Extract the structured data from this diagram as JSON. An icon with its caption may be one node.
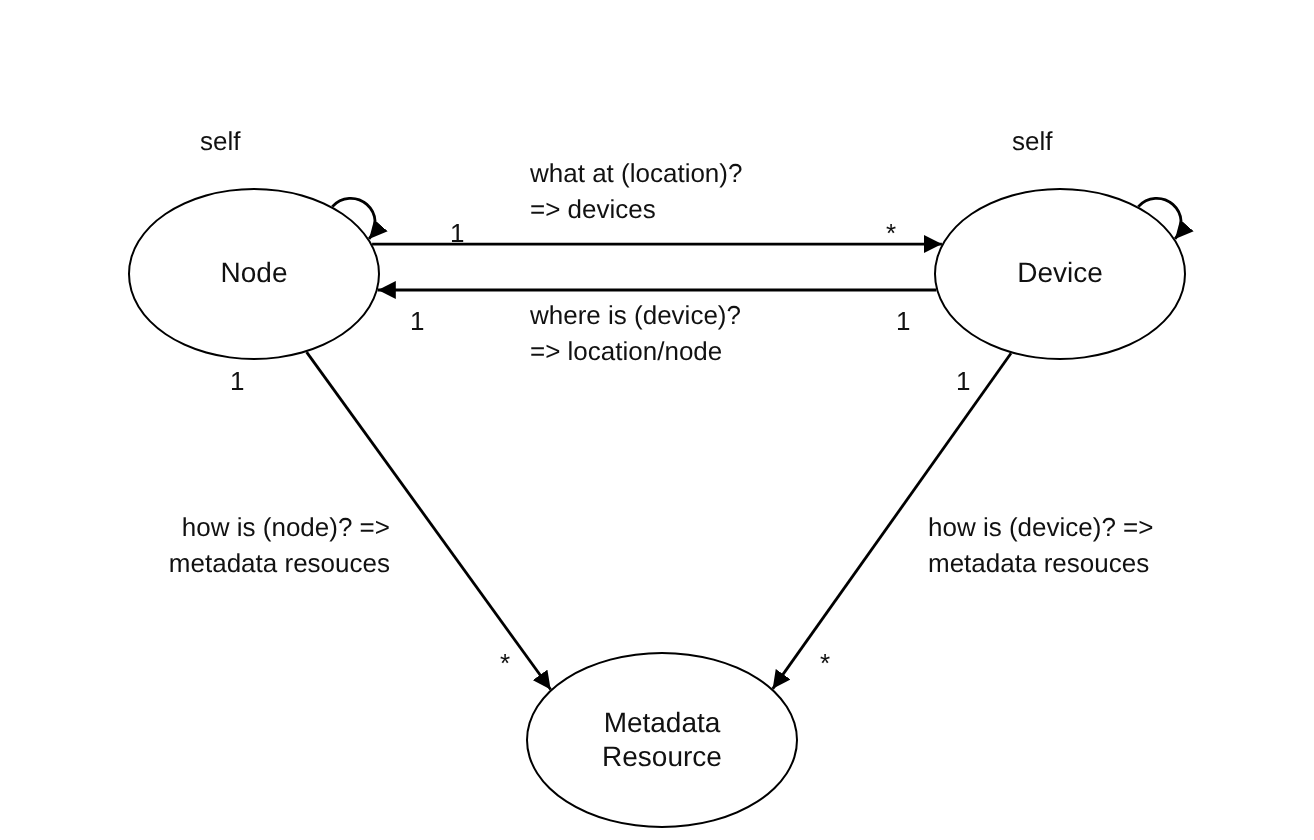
{
  "diagram": {
    "nodes": [
      {
        "text": [
          "Node"
        ]
      },
      {
        "text": [
          "Device"
        ]
      },
      {
        "text": [
          "Metadata Resource"
        ]
      }
    ],
    "edges": [
      {
        "from": 0,
        "to": 0,
        "arrow": "to",
        "label": "self"
      },
      {
        "from": 1,
        "to": 1,
        "arrow": "to",
        "label": "self"
      },
      {
        "from": 0,
        "to": 1,
        "arrow": "to",
        "label": "what at (location)? => devices"
      },
      {
        "from": 1,
        "to": 0,
        "arrow": "to",
        "label": "where is (device)? => location/node"
      },
      {
        "from": 0,
        "to": 2,
        "arrow": "to",
        "label": "how is (node)? => metadata resouces"
      },
      {
        "from": 1,
        "to": 2,
        "arrow": "to",
        "label": "how is (device)? => metadata resouces"
      }
    ],
    "labels": [
      "1",
      "*",
      "1",
      "1",
      "1",
      "1",
      "*",
      "*"
    ]
  }
}
